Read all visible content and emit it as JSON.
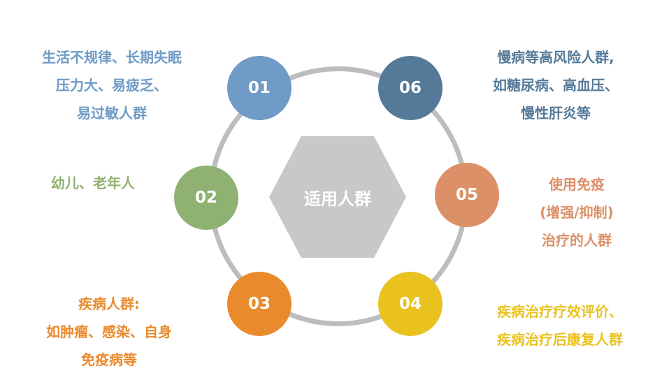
{
  "center": {
    "label": "适用人群"
  },
  "colors": {
    "ring": "#bdbdbd",
    "center": "#c8c8c8",
    "n01": "#6f9bc6",
    "n02": "#8fb273",
    "n03": "#e98a2d",
    "n04": "#e9c21f",
    "n05": "#dc9068",
    "n06": "#557a99"
  },
  "nodes": [
    {
      "num": "01",
      "lines": [
        "生活不规律、长期失眠",
        "压力大、易疲乏、",
        "易过敏人群"
      ]
    },
    {
      "num": "02",
      "lines": [
        "幼儿、老年人"
      ]
    },
    {
      "num": "03",
      "lines": [
        "疾病人群:",
        "如肿瘤、感染、自身",
        "免疫病等"
      ]
    },
    {
      "num": "04",
      "lines": [
        "疾病治疗疗效评价、",
        "疾病治疗后康复人群"
      ]
    },
    {
      "num": "05",
      "lines": [
        "使用免疫",
        "(增强/抑制)",
        "治疗的人群"
      ]
    },
    {
      "num": "06",
      "lines": [
        "慢病等高风险人群,",
        "如糖尿病、高血压、",
        "慢性肝炎等"
      ]
    }
  ]
}
